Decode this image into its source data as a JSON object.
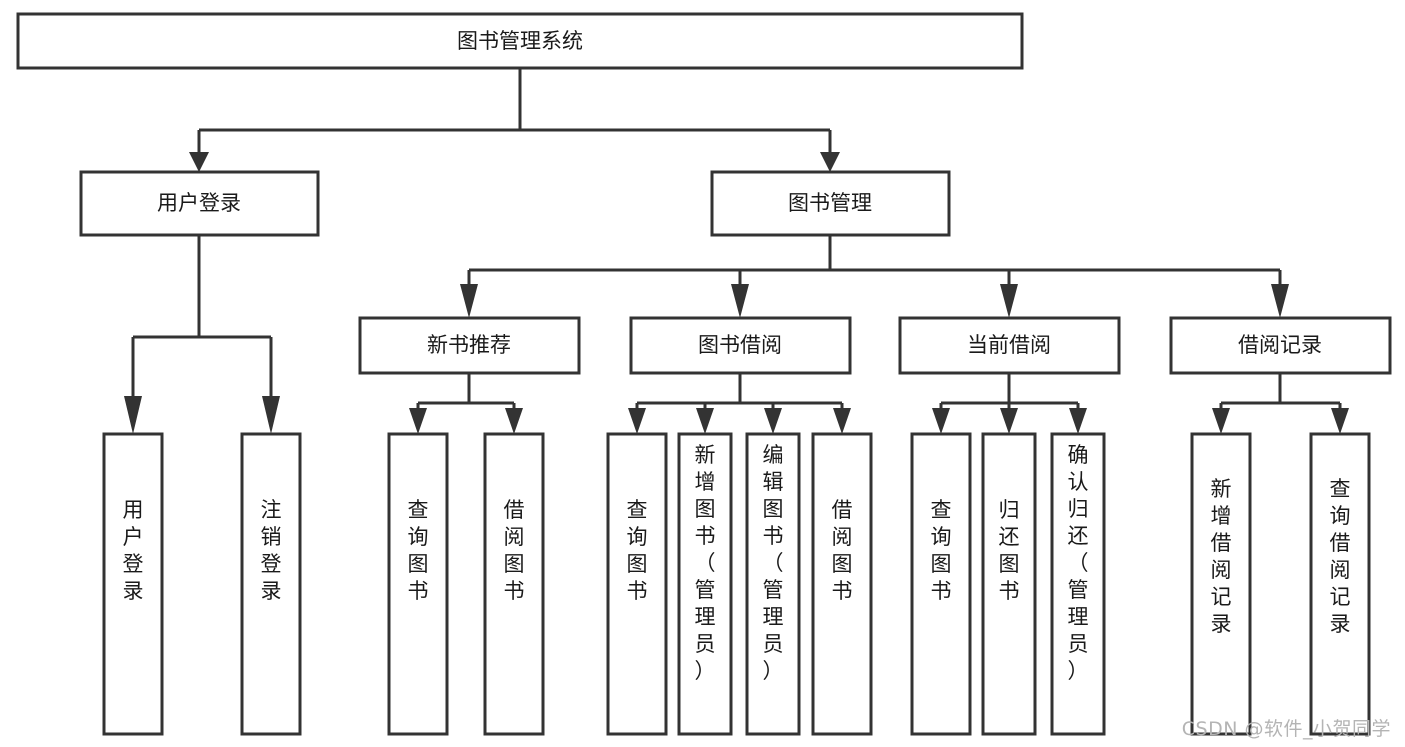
{
  "diagram": {
    "title": "图书管理系统",
    "type": "tree",
    "watermark": "CSDN @软件_小贺同学",
    "colors": {
      "box_stroke": "#333333",
      "box_fill": "#ffffff",
      "text": "#1a1a1a",
      "background": "#ffffff",
      "watermark": "#b4b4b4"
    },
    "root": {
      "id": "root",
      "label": "图书管理系统",
      "orientation": "horizontal"
    },
    "level2": [
      {
        "id": "user-login",
        "label": "用户登录",
        "orientation": "horizontal"
      },
      {
        "id": "book-management",
        "label": "图书管理",
        "orientation": "horizontal"
      }
    ],
    "level3": [
      {
        "id": "new-book-recommend",
        "label": "新书推荐",
        "parent": "book-management",
        "orientation": "horizontal"
      },
      {
        "id": "book-borrow",
        "label": "图书借阅",
        "parent": "book-management",
        "orientation": "horizontal"
      },
      {
        "id": "current-borrow",
        "label": "当前借阅",
        "parent": "book-management",
        "orientation": "horizontal"
      },
      {
        "id": "borrow-record",
        "label": "借阅记录",
        "parent": "book-management",
        "orientation": "horizontal"
      }
    ],
    "leaves": [
      {
        "id": "leaf-user-login",
        "label": "用户登录",
        "parent": "user-login",
        "orientation": "vertical"
      },
      {
        "id": "leaf-user-logout",
        "label": "注销登录",
        "parent": "user-login",
        "orientation": "vertical"
      },
      {
        "id": "leaf-query-book-1",
        "label": "查询图书",
        "parent": "new-book-recommend",
        "orientation": "vertical"
      },
      {
        "id": "leaf-borrow-book-1",
        "label": "借阅图书",
        "parent": "new-book-recommend",
        "orientation": "vertical"
      },
      {
        "id": "leaf-query-book-2",
        "label": "查询图书",
        "parent": "book-borrow",
        "orientation": "vertical"
      },
      {
        "id": "leaf-add-book",
        "label": "新增图书（管理员）",
        "parent": "book-borrow",
        "orientation": "vertical"
      },
      {
        "id": "leaf-edit-book",
        "label": "编辑图书（管理员）",
        "parent": "book-borrow",
        "orientation": "vertical"
      },
      {
        "id": "leaf-borrow-book-2",
        "label": "借阅图书",
        "parent": "book-borrow",
        "orientation": "vertical"
      },
      {
        "id": "leaf-query-book-3",
        "label": "查询图书",
        "parent": "current-borrow",
        "orientation": "vertical"
      },
      {
        "id": "leaf-return-book",
        "label": "归还图书",
        "parent": "current-borrow",
        "orientation": "vertical"
      },
      {
        "id": "leaf-confirm-return",
        "label": "确认归还（管理员）",
        "parent": "current-borrow",
        "orientation": "vertical"
      },
      {
        "id": "leaf-add-record",
        "label": "新增借阅记录",
        "parent": "borrow-record",
        "orientation": "vertical"
      },
      {
        "id": "leaf-query-record",
        "label": "查询借阅记录",
        "parent": "borrow-record",
        "orientation": "vertical"
      }
    ]
  }
}
